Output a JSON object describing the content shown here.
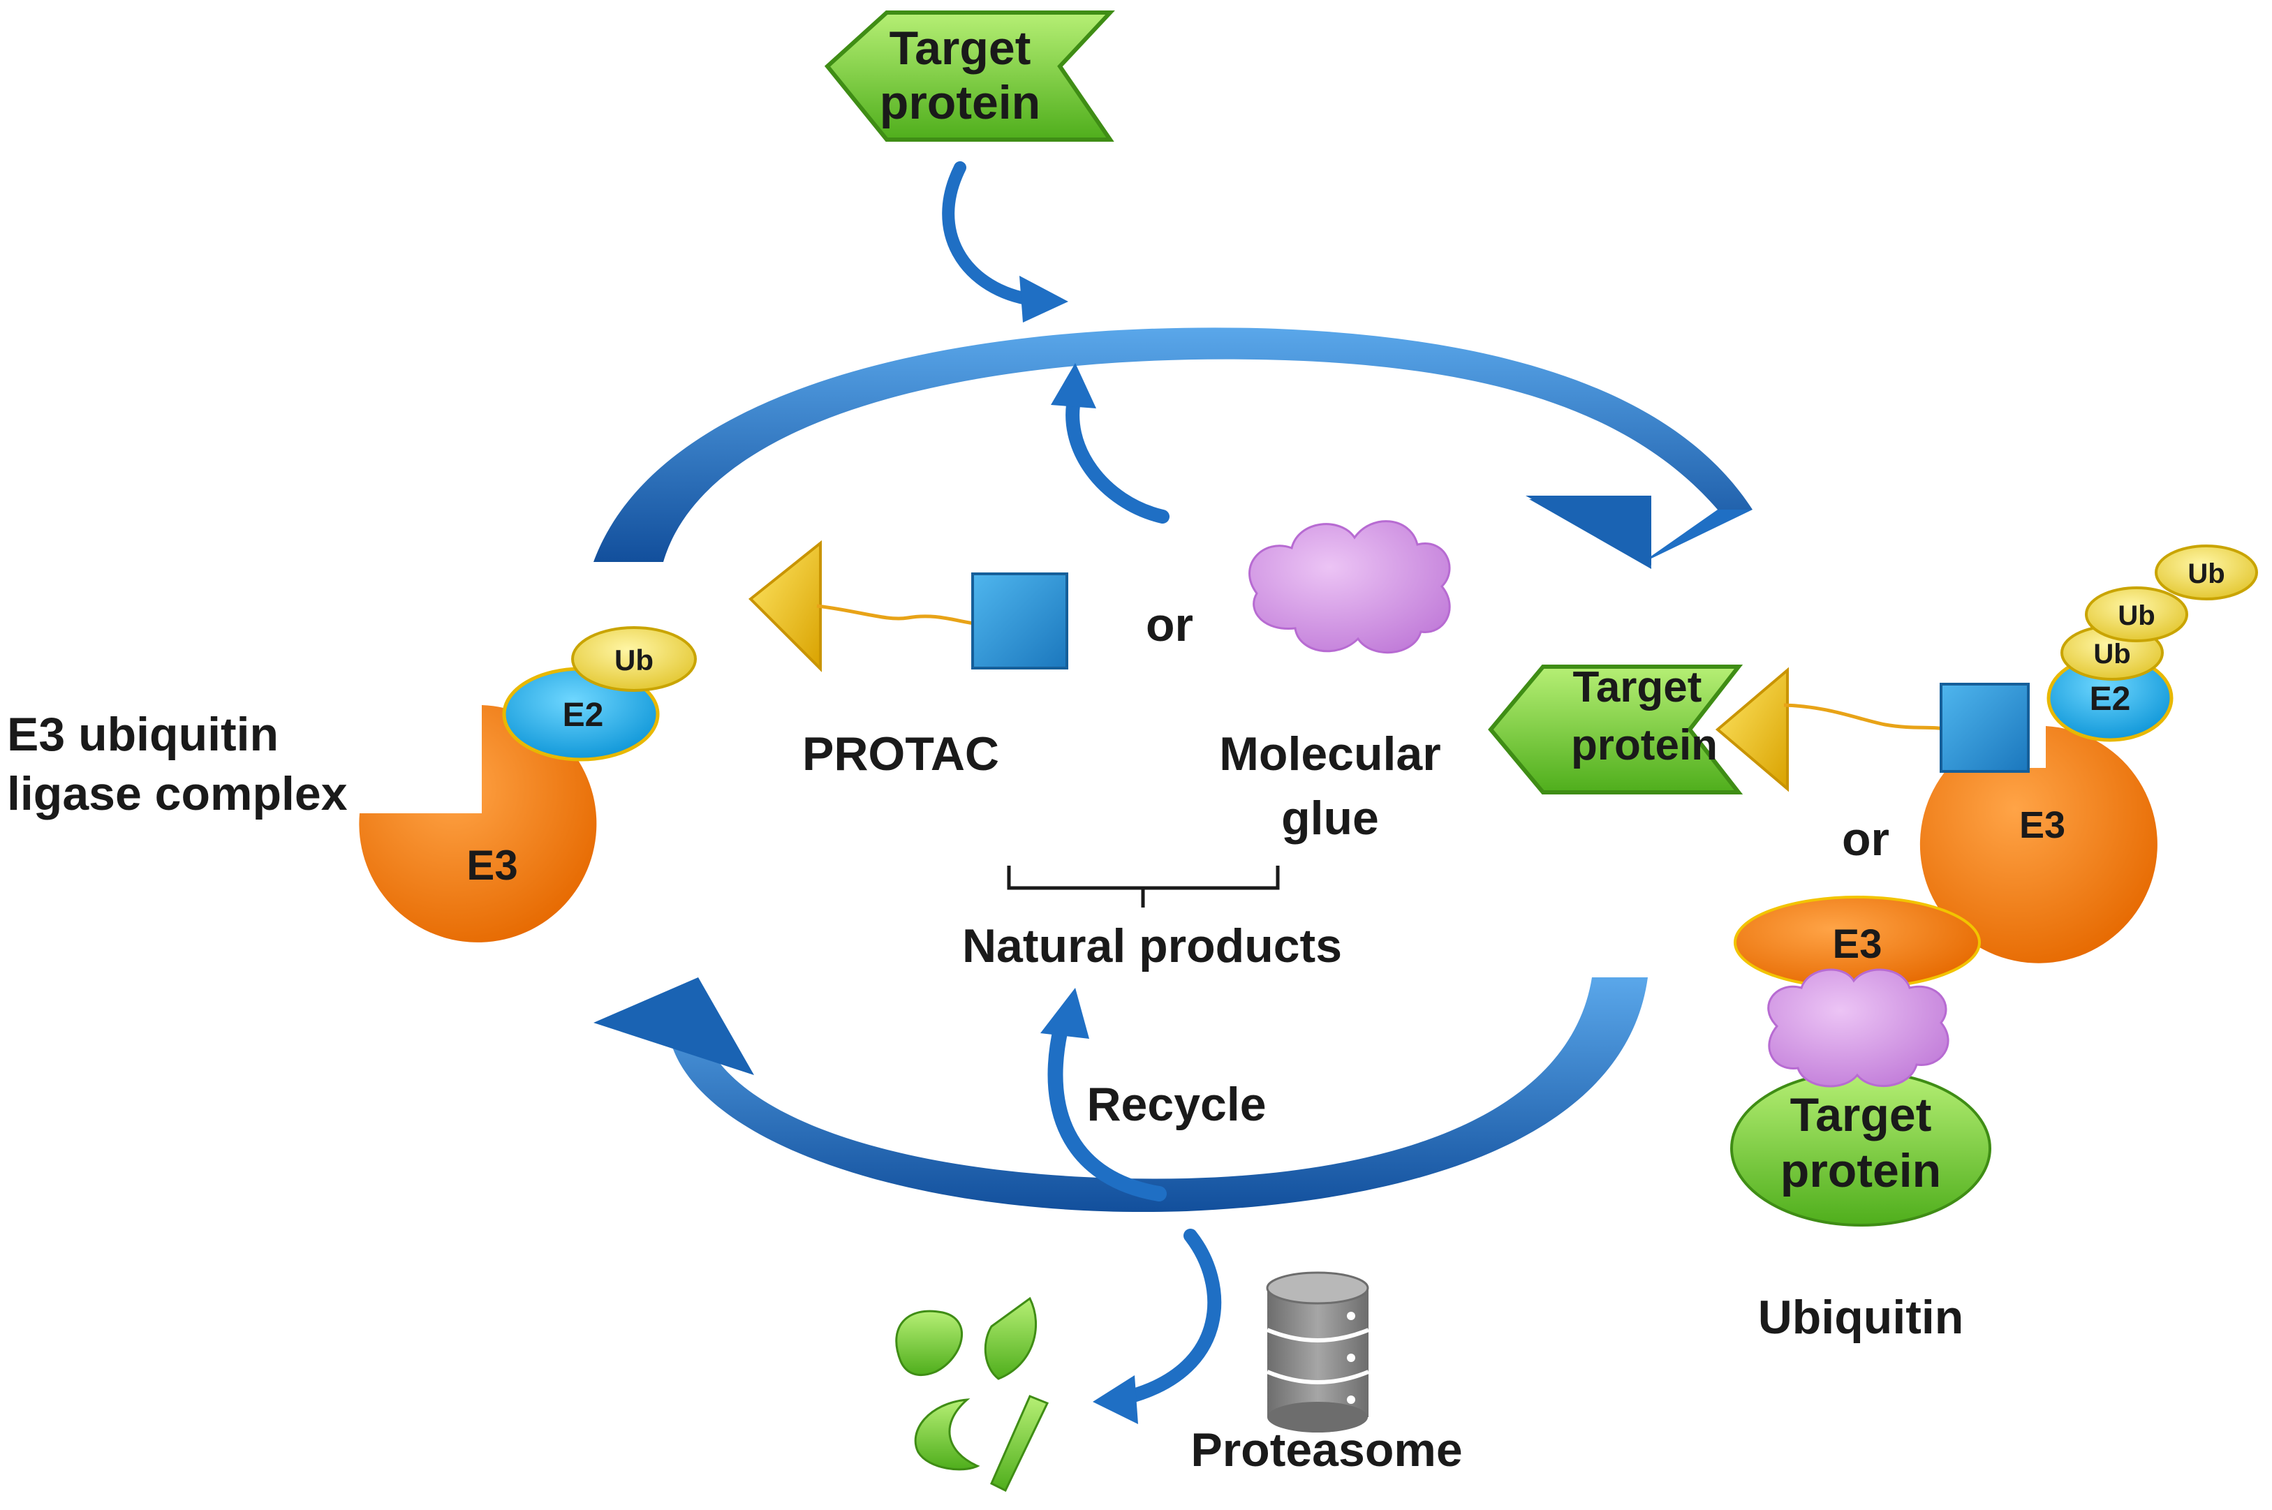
{
  "labels": {
    "target_top": [
      "Target",
      "protein"
    ],
    "e3_complex": [
      "E3 ubiquitin",
      "ligase complex"
    ],
    "protac": "PROTAC",
    "or_center": "or",
    "molecular_glue": [
      "Molecular",
      "glue"
    ],
    "natural_products": "Natural products",
    "recycle": "Recycle",
    "proteasome": "Proteasome",
    "or_right": "or",
    "ubiquitin": "Ubiquitin",
    "e3": "E3",
    "e2": "E2",
    "ub": "Ub",
    "target_right": [
      "Target",
      "protein"
    ]
  },
  "colors": {
    "arrow": "#1f6fc4",
    "e3": "#f07a10",
    "e2": "#1ab2e8",
    "ub": "#f5df55",
    "target": "#7ed23c",
    "warhead": "#f5c518",
    "ligand": "#2b9ad8",
    "glue": "#d59ae6",
    "proteasome": "#8a8a8a"
  }
}
